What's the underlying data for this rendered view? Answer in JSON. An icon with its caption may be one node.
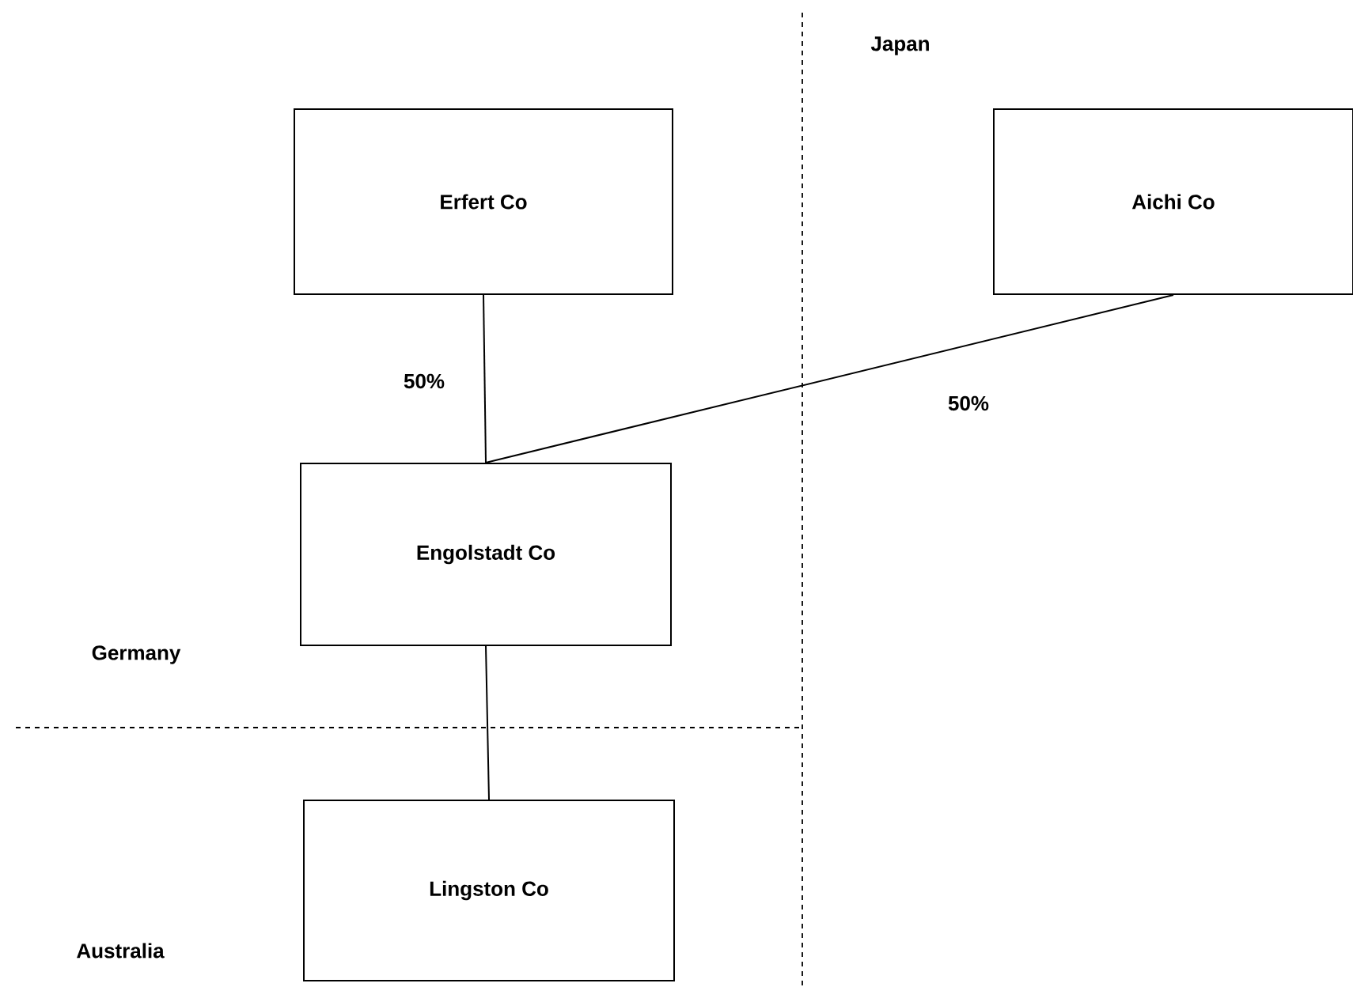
{
  "diagram": {
    "nodes": [
      {
        "text": [
          "Erfert Co"
        ]
      },
      {
        "text": [
          "Aichi Co"
        ]
      },
      {
        "text": [
          "Engolstadt Co"
        ]
      },
      {
        "text": [
          "Lingston Co"
        ]
      }
    ],
    "edges": [
      {
        "from": 0,
        "to": 2,
        "arrow": "none",
        "label": "50%"
      },
      {
        "from": 1,
        "to": 2,
        "arrow": "none",
        "label": "50%"
      },
      {
        "from": 2,
        "to": 3,
        "arrow": "none"
      }
    ],
    "labels": [
      "Japan",
      "Germany",
      "Australia"
    ]
  }
}
